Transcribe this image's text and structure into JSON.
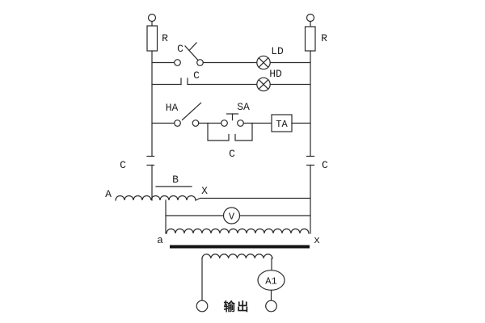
{
  "canvas": {
    "background": "#ffffff",
    "line_color": "#2b2b2b"
  },
  "labels": {
    "resistor_left": "R",
    "resistor_right": "R",
    "knife_switch_top": "C",
    "contact_top": "C",
    "lamp_ld": "LD",
    "lamp_hd": "HD",
    "switch_ha": "HA",
    "button_sa": "SA",
    "contact_parallel": "C",
    "relay_ta": "TA",
    "rail_contact_left": "C",
    "rail_contact_right": "C",
    "regulator_input": "A",
    "regulator_brush": "B",
    "regulator_output": "X",
    "voltmeter": "V",
    "primary_start": "a",
    "primary_end": "x",
    "ammeter": "A1",
    "output": "输出"
  }
}
